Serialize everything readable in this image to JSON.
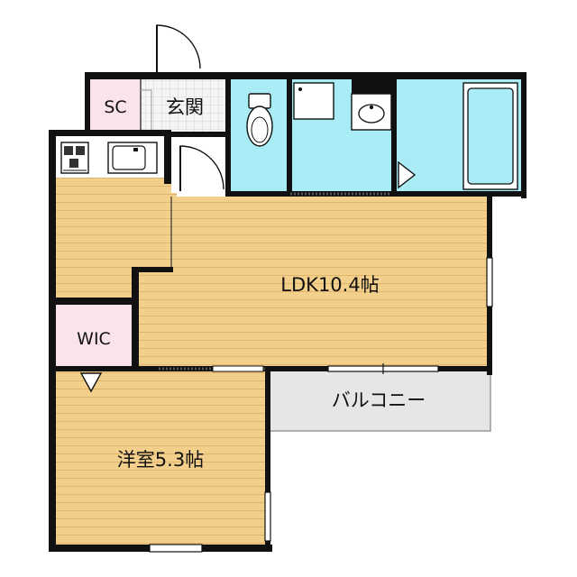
{
  "rooms": {
    "sc": "SC",
    "genkan": "玄関",
    "ldk": "LDK10.4帖",
    "wic": "WIC",
    "balcony": "バルコニー",
    "yoshitsu": "洋室5.3帖"
  },
  "colors": {
    "wall": "#111111",
    "wood_floor": "#f2cf8a",
    "wood_line": "#e2b872",
    "water_area": "#a9ecf5",
    "closet": "#fbe3ec",
    "balcony": "#e6e6e6",
    "entrance_tile": "#f3f3f3"
  }
}
